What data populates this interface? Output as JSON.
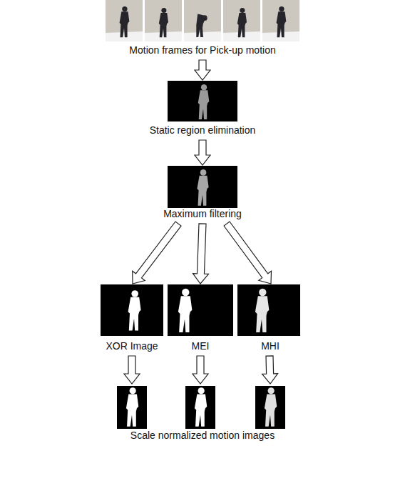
{
  "diagram": {
    "nodes": [
      {
        "text": [
          "Motion frames for Pick-up motion"
        ]
      },
      {
        "text": [
          "Static region elimination"
        ]
      },
      {
        "text": [
          "Maximum filtering"
        ]
      },
      {
        "text": [
          "XOR Image"
        ]
      },
      {
        "text": [
          "MEI"
        ]
      },
      {
        "text": [
          "MHI"
        ]
      },
      {
        "text": [
          "Scale normalized motion images"
        ]
      }
    ],
    "edges": [
      {
        "from": 0,
        "to": 1,
        "arrow": "to"
      },
      {
        "from": 1,
        "to": 2,
        "arrow": "to"
      },
      {
        "from": 2,
        "to": 3,
        "arrow": "to"
      },
      {
        "from": 2,
        "to": 4,
        "arrow": "to"
      },
      {
        "from": 2,
        "to": 5,
        "arrow": "to"
      },
      {
        "from": 3,
        "to": 6,
        "arrow": "to"
      },
      {
        "from": 4,
        "to": 6,
        "arrow": "to"
      },
      {
        "from": 5,
        "to": 6,
        "arrow": "to"
      }
    ]
  }
}
